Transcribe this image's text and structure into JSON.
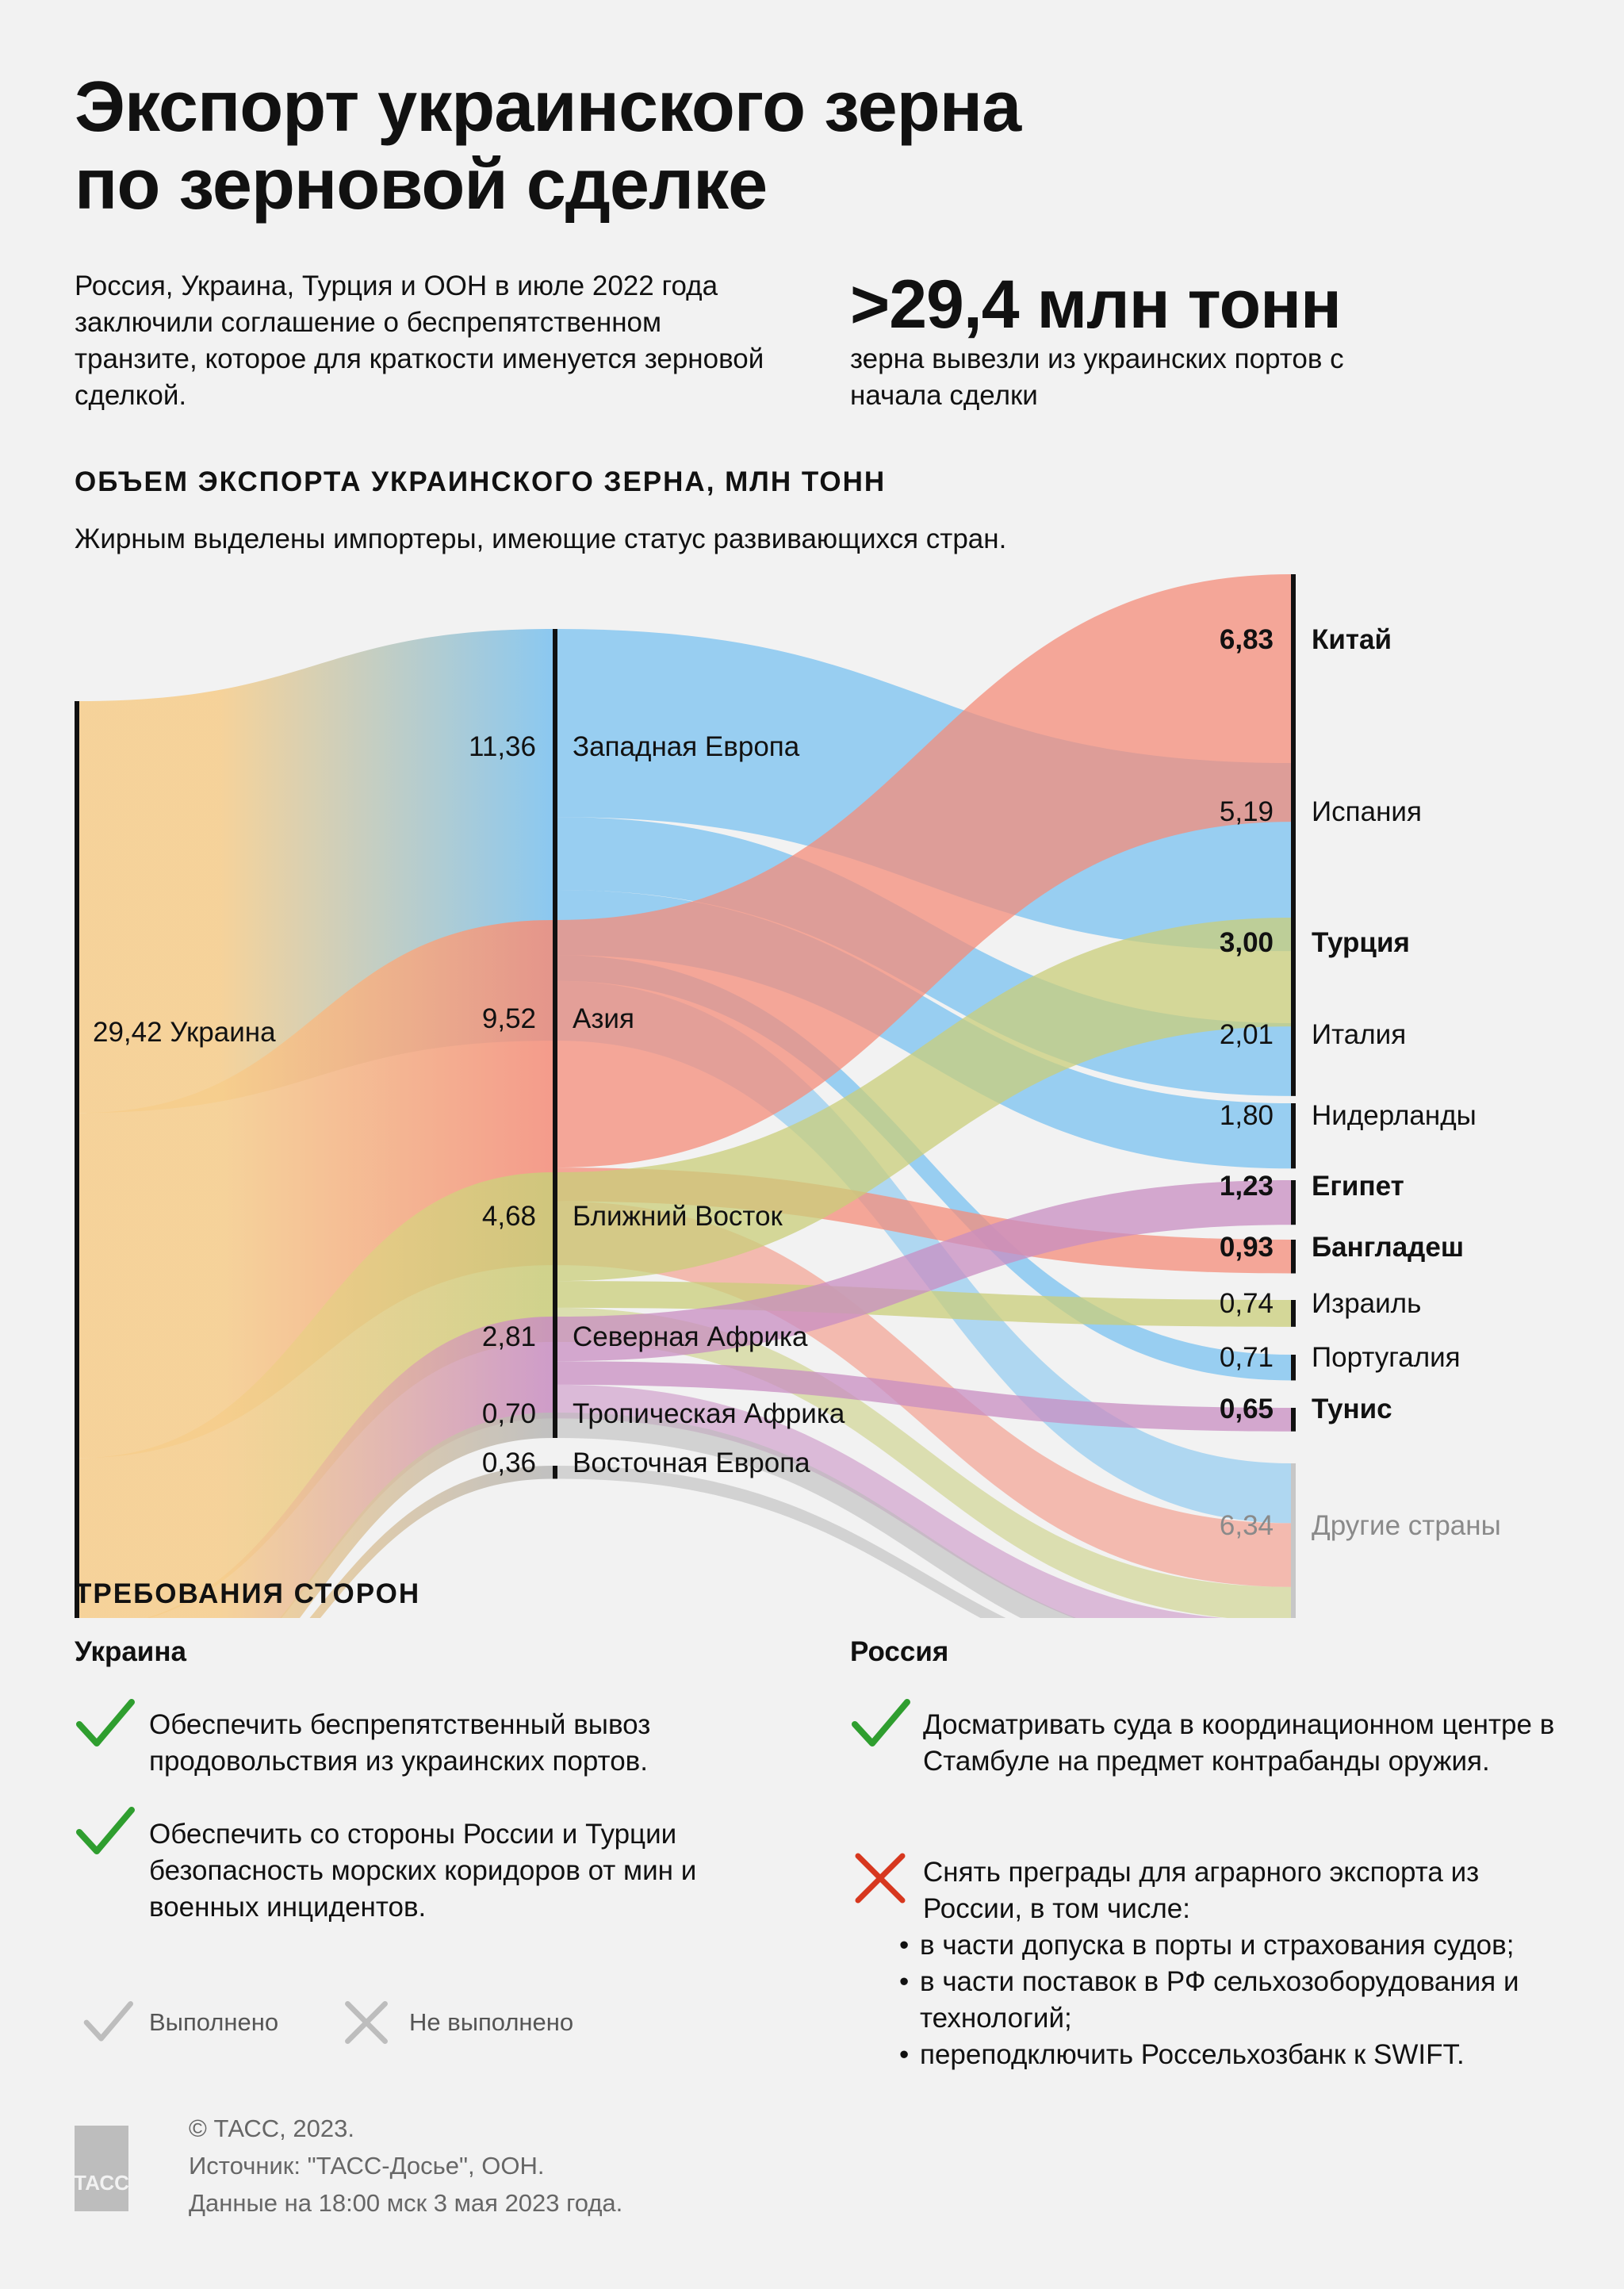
{
  "title_line1": "Экспорт украинского зерна",
  "title_line2": "по зерновой сделке",
  "intro": "Россия, Украина, Турция и ООН в июле 2022 года заключили соглашение о беспрепятственном транзите, которое для краткости именуется зерновой сделкой.",
  "headline_value": ">29,4 млн тонн",
  "headline_caption": "зерна вывезли из украинских портов с начала сделки",
  "chart_title": "ОБЪЕМ ЭКСПОРТА УКРАИНСКОГО ЗЕРНА, МЛН ТОНН",
  "chart_note": "Жирным выделены импортеры, имеющие статус развивающихся стран.",
  "colors": {
    "source": "#f6cd8b",
    "western_europe": "#79c1f0",
    "asia": "#f48c79",
    "middle_east": "#c9cd7a",
    "north_africa": "#c88dc2",
    "other": "#b8b8b8",
    "node_bar": "#111111",
    "other_bar": "#c7c7c7"
  },
  "chart_data": {
    "type": "sankey",
    "unit": "млн тонн",
    "source": {
      "label": "Украина",
      "value": 29.42,
      "value_text": "29,42"
    },
    "regions": [
      {
        "id": "we",
        "label": "Западная Европа",
        "value": 11.36,
        "value_text": "11,36",
        "color_key": "western_europe"
      },
      {
        "id": "asia",
        "label": "Азия",
        "value": 9.52,
        "value_text": "9,52",
        "color_key": "asia"
      },
      {
        "id": "me",
        "label": "Ближний Восток",
        "value": 4.68,
        "value_text": "4,68",
        "color_key": "middle_east"
      },
      {
        "id": "na",
        "label": "Северная Африка",
        "value": 2.81,
        "value_text": "2,81",
        "color_key": "north_africa"
      },
      {
        "id": "ta",
        "label": "Тропическая Африка",
        "value": 0.7,
        "value_text": "0,70",
        "color_key": "other"
      },
      {
        "id": "ee",
        "label": "Восточная Европа",
        "value": 0.36,
        "value_text": "0,36",
        "color_key": "other"
      }
    ],
    "countries": [
      {
        "id": "cn",
        "label": "Китай",
        "value": 6.83,
        "value_text": "6,83",
        "developing": true
      },
      {
        "id": "es",
        "label": "Испания",
        "value": 5.19,
        "value_text": "5,19",
        "developing": false
      },
      {
        "id": "tr",
        "label": "Турция",
        "value": 3.0,
        "value_text": "3,00",
        "developing": true
      },
      {
        "id": "it",
        "label": "Италия",
        "value": 2.01,
        "value_text": "2,01",
        "developing": false
      },
      {
        "id": "nl",
        "label": "Нидерланды",
        "value": 1.8,
        "value_text": "1,80",
        "developing": false
      },
      {
        "id": "eg",
        "label": "Египет",
        "value": 1.23,
        "value_text": "1,23",
        "developing": true
      },
      {
        "id": "bd",
        "label": "Бангладеш",
        "value": 0.93,
        "value_text": "0,93",
        "developing": true
      },
      {
        "id": "il",
        "label": "Израиль",
        "value": 0.74,
        "value_text": "0,74",
        "developing": false
      },
      {
        "id": "pt",
        "label": "Португалия",
        "value": 0.71,
        "value_text": "0,71",
        "developing": false
      },
      {
        "id": "tn",
        "label": "Тунис",
        "value": 0.65,
        "value_text": "0,65",
        "developing": true
      },
      {
        "id": "other",
        "label": "Другие страны",
        "value": 6.34,
        "value_text": "6,34",
        "developing": false,
        "muted": true
      }
    ],
    "links": [
      {
        "from": "we",
        "to": "es",
        "value": 5.19
      },
      {
        "from": "we",
        "to": "it",
        "value": 2.01
      },
      {
        "from": "we",
        "to": "nl",
        "value": 1.8
      },
      {
        "from": "we",
        "to": "pt",
        "value": 0.71
      },
      {
        "from": "we",
        "to": "other",
        "value": 1.65
      },
      {
        "from": "asia",
        "to": "cn",
        "value": 6.83
      },
      {
        "from": "asia",
        "to": "bd",
        "value": 0.93
      },
      {
        "from": "asia",
        "to": "other",
        "value": 1.76
      },
      {
        "from": "me",
        "to": "tr",
        "value": 3.0
      },
      {
        "from": "me",
        "to": "il",
        "value": 0.74
      },
      {
        "from": "me",
        "to": "other",
        "value": 0.94
      },
      {
        "from": "na",
        "to": "eg",
        "value": 1.23
      },
      {
        "from": "na",
        "to": "tn",
        "value": 0.65
      },
      {
        "from": "na",
        "to": "other",
        "value": 0.93
      },
      {
        "from": "ta",
        "to": "other",
        "value": 0.7
      },
      {
        "from": "ee",
        "to": "other",
        "value": 0.36
      }
    ]
  },
  "requirements": {
    "title": "ТРЕБОВАНИЯ СТОРОН",
    "ukraine": {
      "heading": "Украина",
      "items": [
        {
          "status": "done",
          "text": "Обеспечить беспрепятственный вывоз продовольствия из украинских портов."
        },
        {
          "status": "done",
          "text": "Обеспечить со стороны России и Турции безопасность морских коридоров от мин и военных инцидентов."
        }
      ]
    },
    "russia": {
      "heading": "Россия",
      "items": [
        {
          "status": "done",
          "text": "Досматривать суда в координационном центре в Стамбуле на предмет контрабанды оружия."
        },
        {
          "status": "not_done",
          "text": "Снять преграды для аграрного экспорта из России, в том числе:",
          "bullets": [
            "в части допуска в порты и страхования судов;",
            "в части поставок в РФ сельхозоборудования и технологий;",
            "переподключить Россельхозбанк к SWIFT."
          ]
        }
      ]
    },
    "legend": {
      "done": "Выполнено",
      "not_done": "Не выполнено"
    },
    "icon_colors": {
      "done": "#2f9e2f",
      "not_done": "#d7381f",
      "legend": "#bdbdbd"
    }
  },
  "footer": {
    "logo": "ТАСС",
    "copyright": "© ТАСС, 2023.",
    "source": "Источник: \"ТАСС-Досье\", ООН.",
    "date": "Данные на 18:00 мск 3 мая 2023 года."
  }
}
